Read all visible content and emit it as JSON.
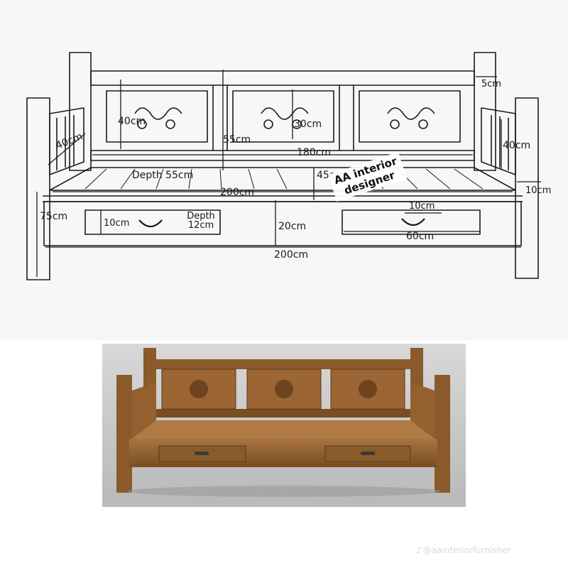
{
  "sketch": {
    "dimensions": {
      "back_panel_height": "40cm",
      "carved_panel_height": "30cm",
      "backrest_height": "55cm",
      "post_offset": "5cm",
      "inner_width": "180cm",
      "armrest_left": "40cm",
      "armrest_right": "40cm",
      "seat_depth": "Depth 55cm",
      "seat_gap": "45cm",
      "seat_width": "200cm",
      "side_post": "10cm",
      "total_height": "75cm",
      "drawer_height_left": "10cm",
      "drawer_depth_left": "Depth 12cm",
      "base_height": "20cm",
      "drawer_height_right": "10cm",
      "drawer_width_right": "60cm",
      "base_width": "200cm"
    },
    "watermark": {
      "line1": "AA interior",
      "line2": "designer"
    }
  },
  "photo": {
    "description_icon": "carved-wooden-daybed-image"
  },
  "credit": {
    "icon": "tiktok-icon",
    "handle": "@aainteriorfurnisher"
  },
  "colors": {
    "wood": "#8a5a2b",
    "wood_dark": "#5e3a18",
    "wood_light": "#a87440",
    "line": "#1a1a1a"
  }
}
